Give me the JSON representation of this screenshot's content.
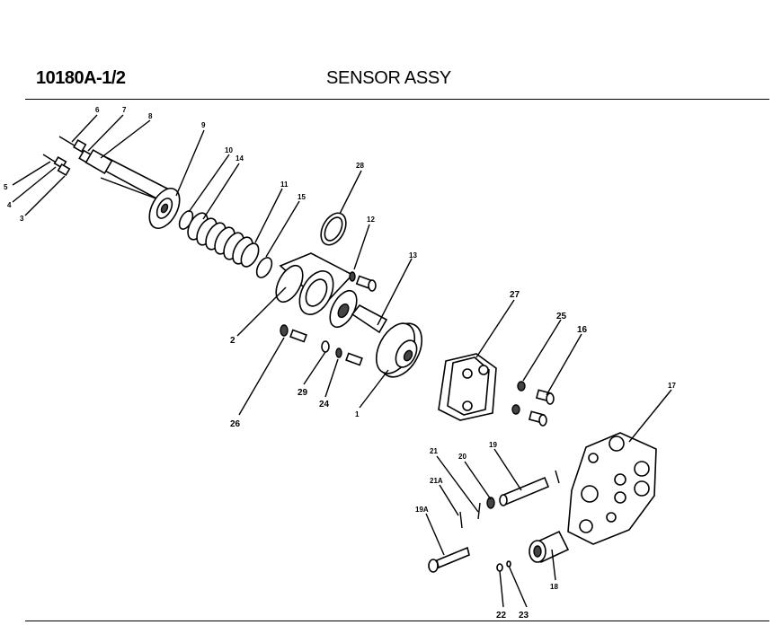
{
  "header": {
    "part_number": "10180A-1/2",
    "title": "SENSOR ASSY"
  },
  "callouts": [
    "6",
    "7",
    "8",
    "5",
    "4",
    "3",
    "9",
    "10",
    "14",
    "11",
    "15",
    "28",
    "12",
    "13",
    "2",
    "26",
    "29",
    "24",
    "1",
    "27",
    "25",
    "16",
    "17",
    "21",
    "20",
    "19",
    "21A",
    "19A",
    "18",
    "22",
    "23"
  ]
}
